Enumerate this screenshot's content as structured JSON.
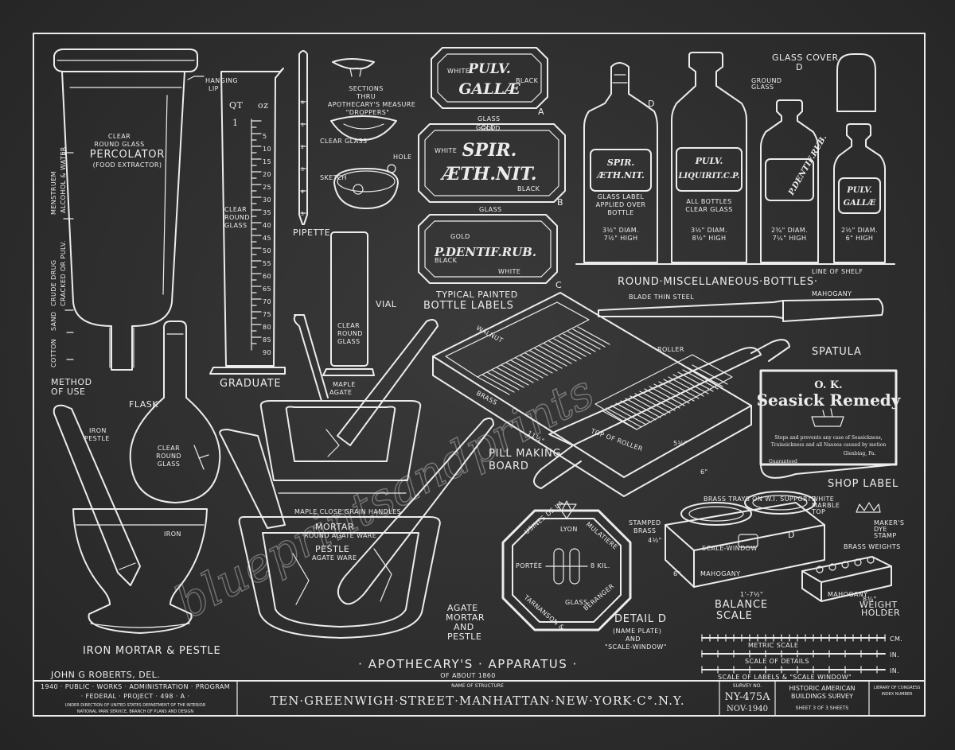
{
  "apparatus": {
    "percolator": {
      "line1": "CLEAR",
      "line2": "ROUND GLASS",
      "name": "PERCOLATOR",
      "sub": "(FOOD EXTRACTOR)",
      "hanging_lip": "HANGING",
      "hanging_lip2": "LIP",
      "menstruum": "MENSTRUEM",
      "menstruum_sub": "ALCOHOL & WATER",
      "crude_drug": "CRUDE DRUG",
      "crude_sub": "CRACKED OR PULV.",
      "sand": "SAND",
      "cotton": "COTTON",
      "method": "METHOD",
      "method2": "OF USE"
    },
    "graduate": {
      "name": "GRADUATE",
      "qt": "QT",
      "qt_num": "1",
      "oz": "oz",
      "ticks": [
        "5",
        "10",
        "15",
        "20",
        "25",
        "30",
        "35",
        "40",
        "45",
        "50",
        "55",
        "60",
        "65",
        "70",
        "75",
        "80",
        "85",
        "90"
      ],
      "glass": "CLEAR",
      "glass2": "ROUND",
      "glass3": "GLASS"
    },
    "pipette": {
      "name": "PIPETTE",
      "ticks": [
        "0",
        "1",
        "2",
        "3",
        "4",
        "5"
      ]
    },
    "droppers": {
      "title1": "SECTIONS",
      "title2": "THRU",
      "title3": "APOTHECARY'S MEASURE",
      "title4": "\"DROPPERS\"",
      "clear_glass": "CLEAR GLASS",
      "sketch": "SKETCH",
      "hole": "HOLE"
    },
    "vial": {
      "name": "VIAL",
      "line1": "CLEAR",
      "line2": "ROUND",
      "line3": "GLASS"
    },
    "flask": {
      "name": "FLASK",
      "line1": "CLEAR",
      "line2": "ROUND",
      "line3": "GLASS"
    },
    "iron_mortar": {
      "name": "IRON MORTAR & PESTLE",
      "pestle": "IRON",
      "pestle2": "PESTLE",
      "iron": "IRON"
    },
    "center_mortar": {
      "maple1": "MAPLE",
      "maple2": "AGATE",
      "handles": "MAPLE CLOSE GRAIN HANDLES",
      "mortar": "MORTAR",
      "mortar_sub": "ROUND AGATE WARE",
      "pestle": "PESTLE",
      "pestle_sub": "AGATE WARE"
    },
    "agate_mortar": {
      "line1": "AGATE",
      "line2": "MORTAR",
      "line3": "AND",
      "line4": "PESTLE"
    }
  },
  "labels": {
    "a": {
      "text1": "PULV.",
      "text2": "GALLÆ",
      "white": "WHITE",
      "black": "BLACK",
      "gold": "GOLD",
      "glass": "GLASS",
      "letter": "A"
    },
    "b": {
      "text1": "SPIR.",
      "text2": "ÆTH.NIT.",
      "white": "WHITE",
      "black": "BLACK",
      "gold": "GOLD",
      "letter": "B"
    },
    "c": {
      "text1": "P.DENTIF.RUB.",
      "white": "WHITE",
      "black": "BLACK",
      "gold": "GOLD",
      "glass": "GLASS",
      "letter": "C"
    },
    "caption1": "TYPICAL PAINTED",
    "caption2": "BOTTLE LABELS"
  },
  "bottles": {
    "b1": {
      "label1": "SPIR.",
      "label2": "ÆTH.NIT.",
      "note1": "GLASS LABEL",
      "note2": "APPLIED OVER",
      "note3": "BOTTLE",
      "dim1": "3½\" DIAM.",
      "dim2": "7½\" HIGH",
      "d": "D"
    },
    "b2": {
      "label1": "PULV.",
      "label2": "LIQUIRIT.C.P.",
      "note1": "ALL BOTTLES",
      "note2": "CLEAR GLASS",
      "dim1": "3½\" DIAM.",
      "dim2": "8½\" HIGH",
      "ground": "GROUND",
      "ground2": "GLASS"
    },
    "b3": {
      "label1": "P.DENTIF.RUB.",
      "dim1": "2¾\" DIAM.",
      "dim2": "7¼\" HIGH"
    },
    "b4": {
      "label1": "PULV.",
      "label2": "GALLÆ",
      "dim1": "2½\" DIAM.",
      "dim2": "6\" HIGH"
    },
    "glass_cover": "GLASS COVER",
    "glass_cover_d": "D",
    "shelf": "LINE OF SHELF",
    "title": "ROUND·MISCELLANEOUS·BOTTLES·"
  },
  "spatula": {
    "name": "SPATULA",
    "blade": "BLADE THIN STEEL",
    "mahogany": "MAHOGANY"
  },
  "pill_board": {
    "name1": "PILL MAKING",
    "name2": "BOARD",
    "walnut": "WALNUT",
    "brass": "BRASS",
    "roller": "ROLLER",
    "top_roller": "TOP OF ROLLER",
    "dim1": "11½\"",
    "dim2": "5⅛\"",
    "dim3": "6\""
  },
  "shop_label": {
    "ok": "O. K.",
    "title": "Seasick Remedy",
    "body1": "Stops and prevents any case of Seasickness,",
    "body2": "Trainsickness and all Nausea caused by motion",
    "body3": "Glenbing, Pa.",
    "body4": "Guaranteed",
    "caption": "SHOP LABEL"
  },
  "balance": {
    "name1": "BALANCE",
    "name2": "SCALE",
    "trays": "BRASS TRAYS ON W.I. SUPPORTS",
    "marble": "WHITE",
    "marble2": "MARBLE",
    "marble3": "TOP",
    "window": "SCALE-WINDOW",
    "mahogany": "MAHOGANY",
    "dim1": "4½\"",
    "dim2": "1'-7½\"",
    "dim3": "6\"",
    "d": "D",
    "dye1": "MAKER'S",
    "dye2": "DYE",
    "dye3": "STAMP",
    "weights": "BRASS WEIGHTS",
    "holder1": "WEIGHT",
    "holder2": "HOLDER",
    "holder_mahogany": "MAHOGANY",
    "holder_dim": "8¾\""
  },
  "nameplate": {
    "top1": "USINES DE LA",
    "top2": "MULATIERE",
    "lyon": "LYON",
    "portee": "PORTÉE",
    "kil": "8 KIL.",
    "bottom1": "TARNANSON &",
    "bottom2": "BERANGER",
    "glass": "GLASS",
    "stamped": "STAMPED",
    "stamped2": "BRASS",
    "detail1": "DETAIL D",
    "detail2": "(NAME PLATE)",
    "detail3": "AND",
    "detail4": "\"SCALE-WINDOW\""
  },
  "scales": {
    "metric": "METRIC  SCALE",
    "details": "SCALE  OF  DETAILS",
    "labels": "SCALE OF LABELS & \"SCALE WINDOW\"",
    "cm": "CM.",
    "in1": "IN.",
    "in2": "IN."
  },
  "title": {
    "main": "· APOTHECARY'S · APPARATUS ·",
    "sub": "OF ABOUT 1860",
    "delineator": "JOHN G ROBERTS, DEL."
  },
  "title_block": {
    "left1": "1940 · PUBLIC · WORKS · ADMINISTRATION · PROGRAM",
    "left2": "· FEDERAL · PROJECT · 498 · A ·",
    "left3": "UNDER DIRECTION OF UNITED STATES DEPARTMENT OF THE INTERIOR",
    "left4": "NATIONAL PARK SERVICE, BRANCH OF PLANS AND DESIGN",
    "name_label": "NAME OF STRUCTURE",
    "structure": "TEN·GREENWIGH·STREET·MANHATTAN·NEW·YORK·C°.N.Y.",
    "survey_label": "SURVEY NO.",
    "survey": "NY-475A",
    "date": "NOV-1940",
    "habs1": "HISTORIC AMERICAN",
    "habs2": "BUILDINGS SURVEY",
    "sheet": "SHEET  3  OF  3  SHEETS",
    "loc1": "LIBRARY OF CONGRESS",
    "loc2": "INDEX NUMBER"
  },
  "watermark": "blueprintsandprints"
}
